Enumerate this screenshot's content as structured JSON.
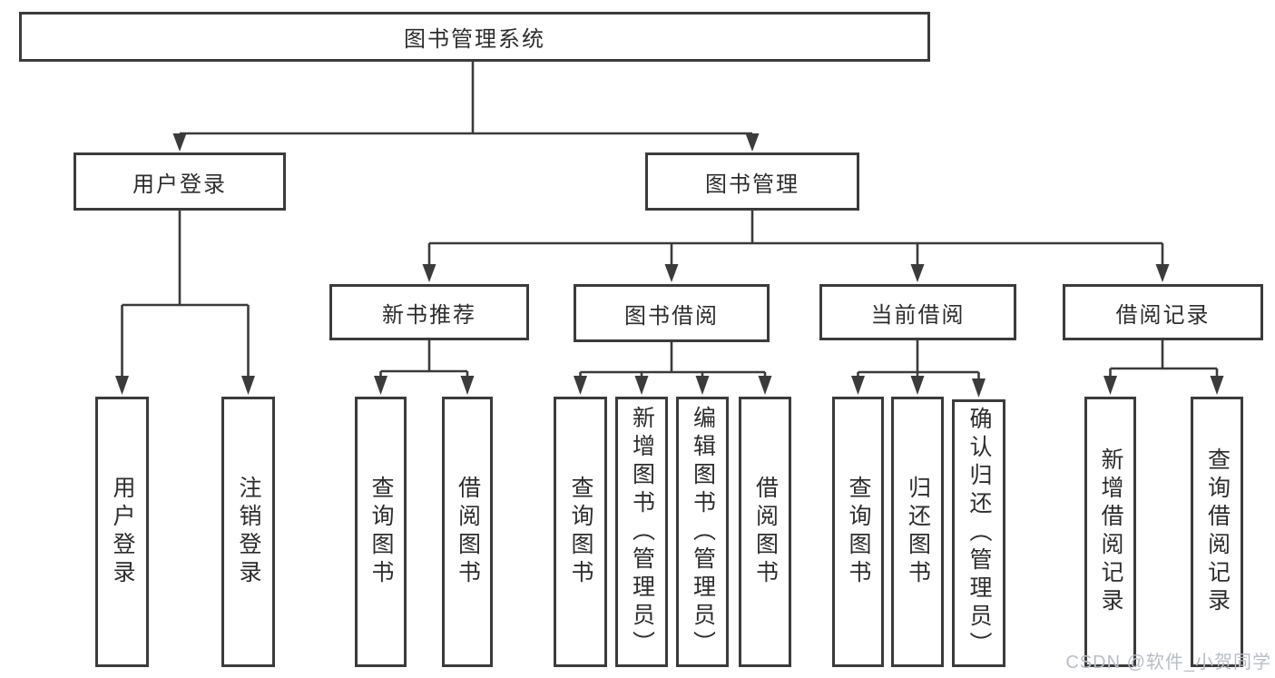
{
  "diagram": {
    "root": {
      "label": "图书管理系统",
      "children": [
        {
          "label": "用户登录",
          "children": [
            {
              "label": "用户登录"
            },
            {
              "label": "注销登录"
            }
          ]
        },
        {
          "label": "图书管理",
          "children": [
            {
              "label": "新书推荐",
              "children": [
                {
                  "label": "查询图书"
                },
                {
                  "label": "借阅图书"
                }
              ]
            },
            {
              "label": "图书借阅",
              "children": [
                {
                  "label": "查询图书"
                },
                {
                  "label": "新增图书（管理员）"
                },
                {
                  "label": "编辑图书（管理员）"
                },
                {
                  "label": "借阅图书"
                }
              ]
            },
            {
              "label": "当前借阅",
              "children": [
                {
                  "label": "查询图书"
                },
                {
                  "label": "归还图书"
                },
                {
                  "label": "确认归还（管理员）"
                }
              ]
            },
            {
              "label": "借阅记录",
              "children": [
                {
                  "label": "新增借阅记录"
                },
                {
                  "label": "查询借阅记录"
                }
              ]
            }
          ]
        }
      ]
    }
  },
  "watermark": {
    "text": "CSDN @软件_小贺同学"
  },
  "colors": {
    "line": "#3b3b3b",
    "text": "#2d2d2d",
    "watermark": "#b9bec4",
    "background": "#ffffff"
  }
}
